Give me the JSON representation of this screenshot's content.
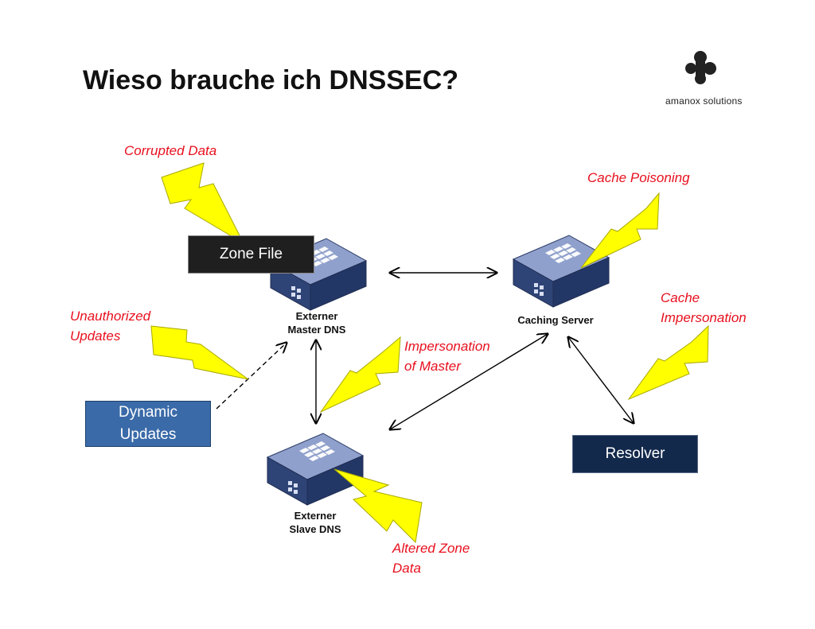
{
  "title": "Wieso brauche ich DNSSEC?",
  "logo": {
    "name": "amanox solutions"
  },
  "threats": {
    "corrupted_data": "Corrupted Data",
    "cache_poisoning": "Cache Poisoning",
    "unauthorized_updates": [
      "Unauthorized",
      "Updates"
    ],
    "cache_impersonation": [
      "Cache",
      "Impersonation"
    ],
    "impersonation_of_master": [
      "Impersonation",
      "of Master"
    ],
    "altered_zone_data": [
      "Altered Zone",
      "Data"
    ]
  },
  "nodes": {
    "master_dns": [
      "Externer",
      "Master DNS"
    ],
    "caching_server": "Caching Server",
    "slave_dns": [
      "Externer",
      "Slave DNS"
    ]
  },
  "boxes": {
    "zone_file": "Zone File",
    "dynamic_updates": [
      "Dynamic",
      "Updates"
    ],
    "resolver": "Resolver"
  },
  "colors": {
    "threat_text": "#e8101e",
    "bolt_fill": "#ffff00",
    "server_blue": "#3a4f85",
    "zone_file_box": "#1f1f1f",
    "dynamic_updates_box": "#3a6aa8",
    "resolver_box": "#13294b"
  }
}
